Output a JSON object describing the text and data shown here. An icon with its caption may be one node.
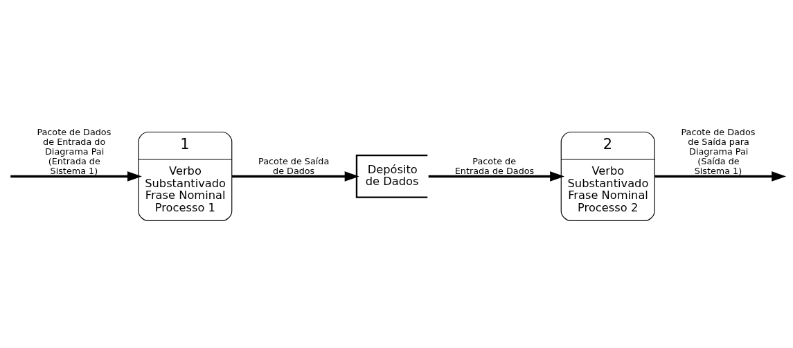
{
  "diagram": {
    "nodes": [
      {
        "text": [
          "1",
          "Verbo Substantivado Frase Nominal Processo 1"
        ]
      },
      {
        "text": [
          "2",
          "Verbo Substantivado Frase Nominal Processo 2"
        ]
      },
      {
        "text": [
          "Depósito de Dados"
        ]
      }
    ],
    "edges": [
      {
        "from": null,
        "to": 0,
        "arrow": "to",
        "label": "Pacote de Dados de Entrada do Diagrama Pai (Entrada de Sistema 1)"
      },
      {
        "from": 1,
        "to": null,
        "arrow": "to",
        "label": "Pacote de Dados de Saída para Diagrama Pai (Saída de Sistema 1)"
      },
      {
        "from": 0,
        "to": 2,
        "arrow": "to",
        "label": "Pacote de Saída de Dados"
      },
      {
        "from": 2,
        "to": 1,
        "arrow": "to",
        "label": "Pacote de Entrada de Dados"
      }
    ]
  }
}
